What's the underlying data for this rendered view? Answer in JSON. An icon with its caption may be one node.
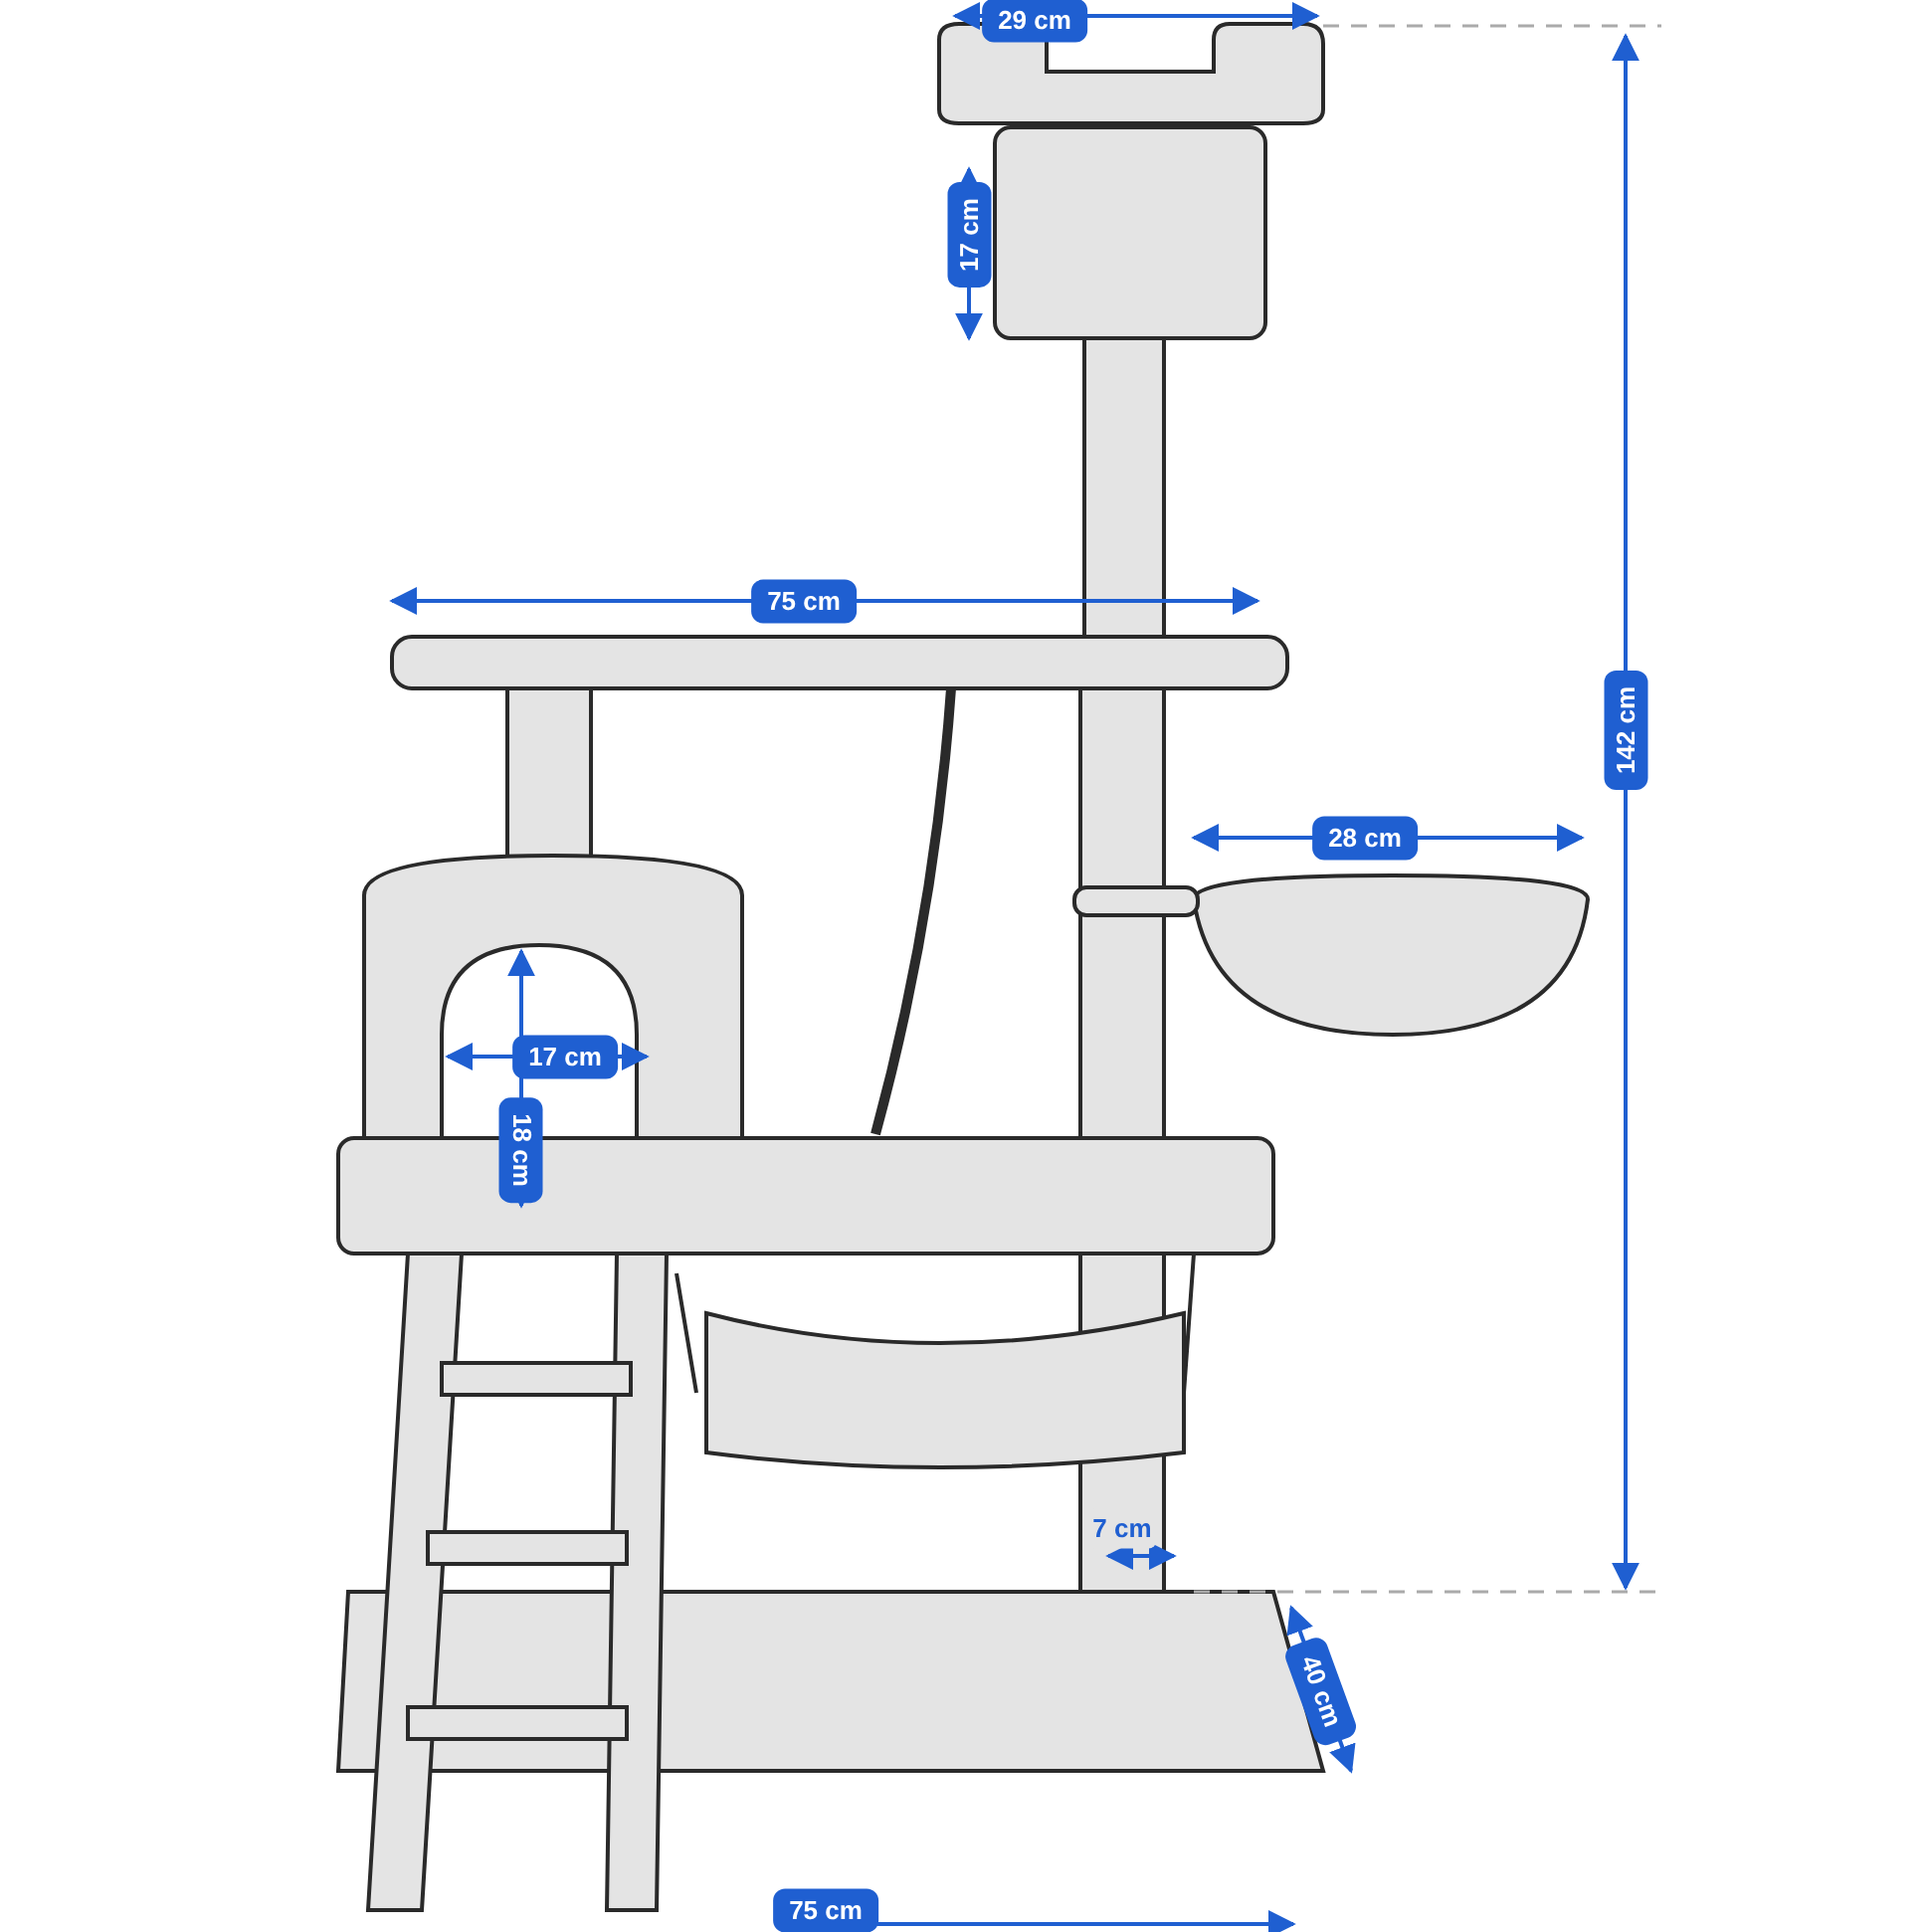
{
  "diagram": {
    "labels": [
      "29 cm",
      "17 cm",
      "75 cm",
      "142 cm",
      "28 cm",
      "17 cm",
      "18 cm",
      "7 cm",
      "40 cm",
      "75 cm"
    ]
  }
}
